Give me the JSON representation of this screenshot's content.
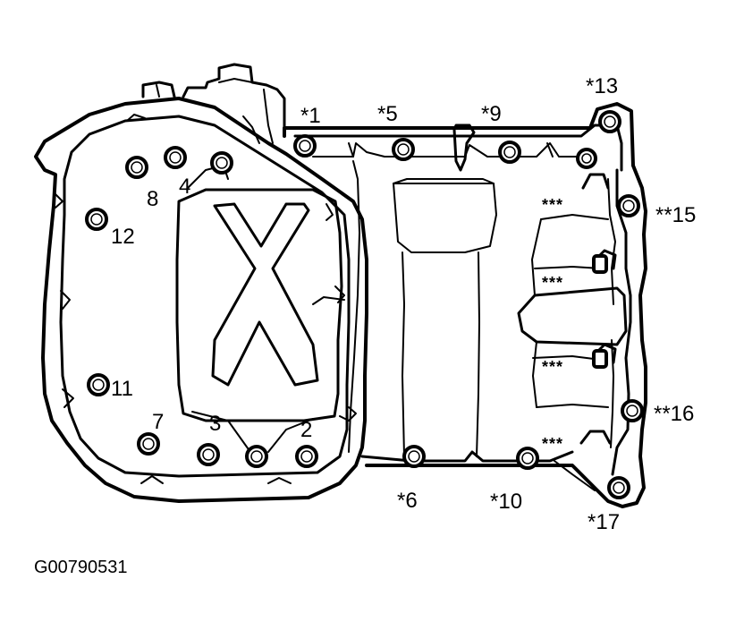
{
  "figure_id": "G00790531",
  "labels": {
    "b1": "*1",
    "b2": "2",
    "b3": "3",
    "b4": "4",
    "b5": "*5",
    "b6": "*6",
    "b7": "7",
    "b8": "8",
    "b9": "*9",
    "b10": "*10",
    "b11": "11",
    "b12": "12",
    "b13": "*13",
    "b15": "**15",
    "b16": "**16",
    "b17": "*17"
  },
  "stud_marks": {
    "m1": "***",
    "m2": "***",
    "m3": "***",
    "m4": "***"
  }
}
